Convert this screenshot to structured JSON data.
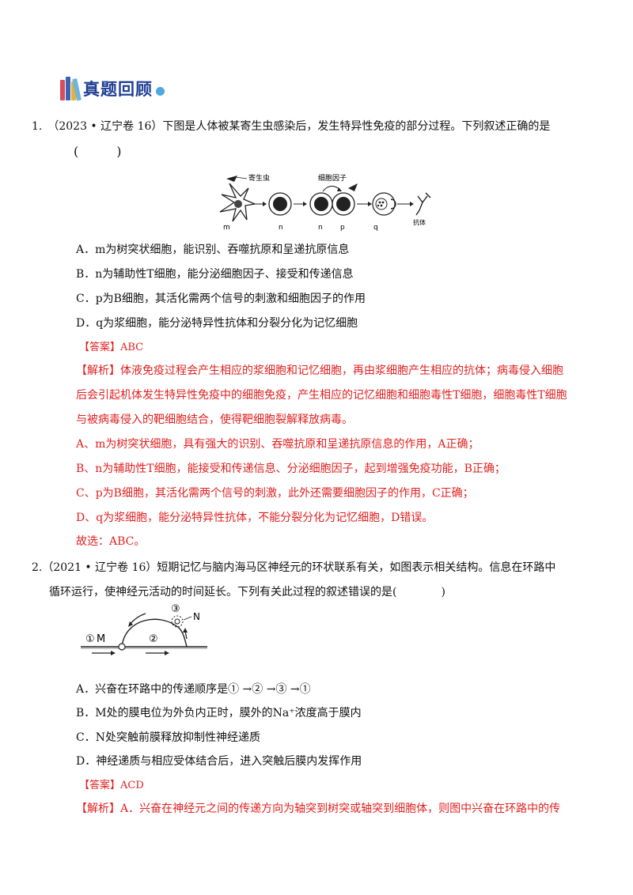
{
  "header": {
    "title": "真题回顾"
  },
  "q1": {
    "stem_line1": "1.　（2023 • 辽宁卷 16）下图是人体被某寄生虫感染后，发生特异性免疫的部分过程。下列叙述正确的是",
    "stem_line2": "(　　　)",
    "figure": {
      "label_parasite": "寄生虫",
      "label_cytokine": "细胞因子",
      "label_m": "m",
      "label_n1": "n",
      "label_n2": "n",
      "label_p": "p",
      "label_q": "q",
      "label_antibody": "抗体"
    },
    "option_a": "A．m为树突状细胞，能识别、吞噬抗原和呈递抗原信息",
    "option_b": "B．n为辅助性T细胞，能分泌细胞因子、接受和传递信息",
    "option_c": "C．p为B细胞，其活化需两个信号的刺激和细胞因子的作用",
    "option_d": "D．q为浆细胞，能分泌特异性抗体和分裂分化为记忆细胞",
    "answer": "【答案】ABC",
    "analysis_line1": "【解析】体液免疫过程会产生相应的浆细胞和记忆细胞，再由浆细胞产生相应的抗体；病毒侵入细胞",
    "analysis_line2": "后会引起机体发生特异性免疫中的细胞免疫，产生相应的记忆细胞和细胞毒性T细胞，细胞毒性T细胞",
    "analysis_line3": "与被病毒侵入的靶细胞结合，使得靶细胞裂解释放病毒。",
    "analysis_a": "A、m为树突状细胞，具有强大的识别、吞噬抗原和呈递抗原信息的作用，A正确；",
    "analysis_b": "B、n为辅助性T细胞，能接受和传递信息、分泌细胞因子，起到增强免疫功能，B正确；",
    "analysis_c": "C、p为B细胞，其活化需两个信号的刺激，此外还需要细胞因子的作用，C正确；",
    "analysis_d": "D、q为浆细胞，能分泌特异性抗体，不能分裂分化为记忆细胞，D错误。",
    "conclusion": "故选：ABC。"
  },
  "q2": {
    "stem_line1": "2.（2021 • 辽宁卷 16）短期记忆与脑内海马区神经元的环状联系有关，如图表示相关结构。信息在环路中",
    "stem_line2": "循环运行，使神经元活动的时间延长。下列有关此过程的叙述错误的是(　　　　)",
    "figure": {
      "label_1": "①",
      "label_M": "M",
      "label_2": "②",
      "label_3": "③",
      "label_N": "N"
    },
    "option_a": "A．兴奋在环路中的传递顺序是① →② →③ →①",
    "option_b": "B．M处的膜电位为外负内正时，膜外的Na⁺浓度高于膜内",
    "option_c": "C．N处突触前膜释放抑制性神经递质",
    "option_d": "D．神经递质与相应受体结合后，进入突触后膜内发挥作用",
    "answer": "【答案】ACD",
    "analysis_line1": "【解析】A．兴奋在神经元之间的传递方向为轴突到树突或轴突到细胞体，则图中兴奋在环路中的传"
  }
}
